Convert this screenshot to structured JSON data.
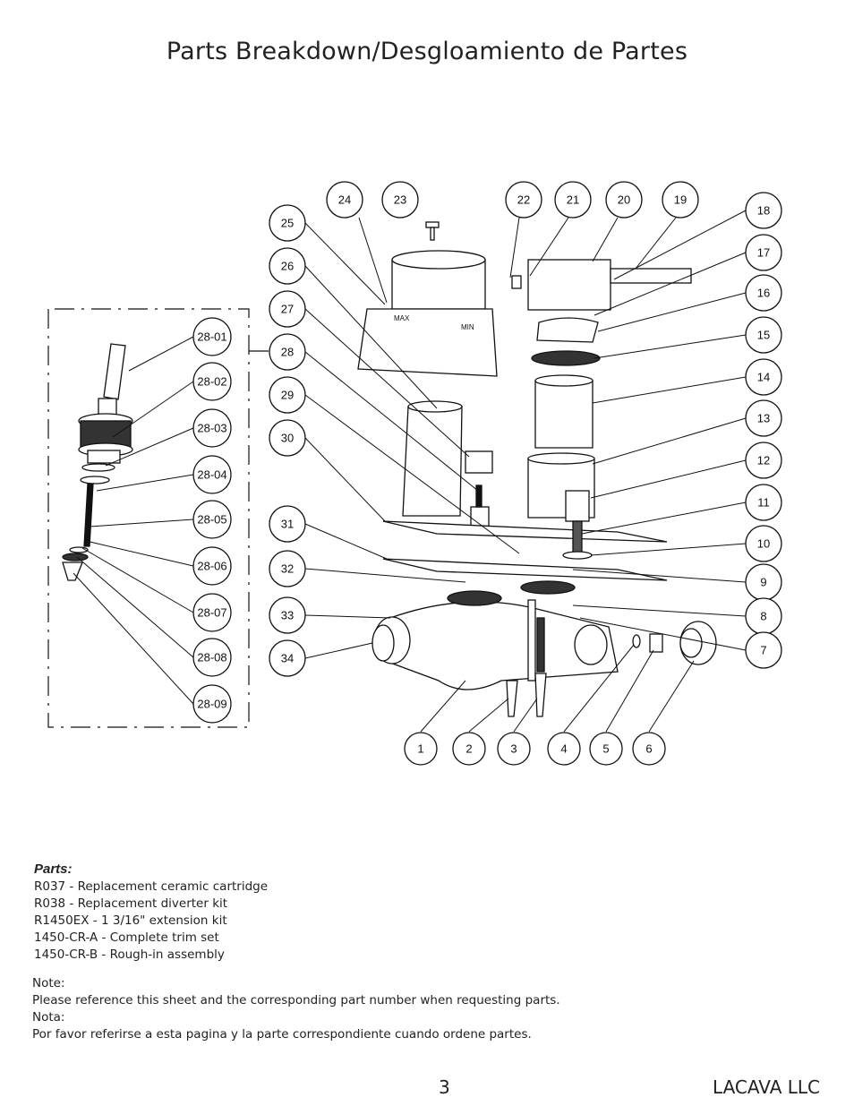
{
  "page": {
    "title": "Parts Breakdown/Desgloamiento de Partes",
    "page_number": "3",
    "company": "LACAVA LLC"
  },
  "diagram": {
    "cartridge_callouts": [
      "28-01",
      "28-02",
      "28-03",
      "28-04",
      "28-05",
      "28-06",
      "28-07",
      "28-08",
      "28-09"
    ],
    "left_callouts": [
      "25",
      "26",
      "27",
      "28",
      "29",
      "30",
      "31",
      "32",
      "33",
      "34"
    ],
    "top_callouts": [
      "24",
      "23",
      "22",
      "21",
      "20",
      "19"
    ],
    "right_callouts": [
      "18",
      "17",
      "16",
      "15",
      "14",
      "13",
      "12",
      "11",
      "10",
      "9",
      "8",
      "7"
    ],
    "bottom_callouts": [
      "1",
      "2",
      "3",
      "4",
      "5",
      "6"
    ],
    "handle_markings": [
      "MAX",
      "MIN"
    ]
  },
  "parts": {
    "heading": "Parts:",
    "items": [
      "R037 - Replacement ceramic cartridge",
      "R038 - Replacement diverter kit",
      "R1450EX - 1 3/16\" extension kit",
      "1450-CR-A - Complete trim set",
      "1450-CR-B - Rough-in assembly"
    ]
  },
  "notes": {
    "note_label": "Note:",
    "note_text": "Please reference this sheet and the corresponding part number when requesting parts.",
    "nota_label": "Nota:",
    "nota_text": "Por favor referirse a esta pagina y la parte correspondiente cuando ordene partes."
  }
}
